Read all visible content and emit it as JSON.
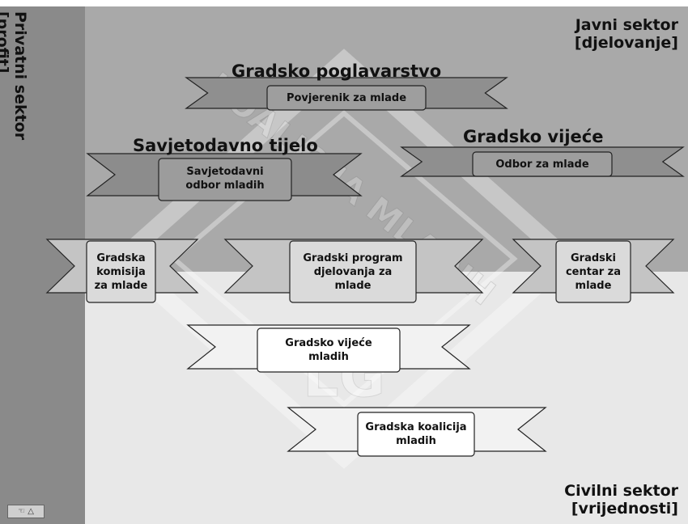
{
  "sectors": {
    "public": "Javni sektor\n[djelovanje]",
    "private": "Privatni sektor\n[profit]",
    "civil": "Civilni sektor\n[vrijednosti]"
  },
  "watermark": {
    "text": "KOALICIJA MLADIH",
    "monogram": "LG"
  },
  "headings": {
    "city_government": "Gradsko poglavarstvo",
    "advisory_body": "Savjetodavno tijelo",
    "city_council": "Gradsko vijeće"
  },
  "ribbons": {
    "youth_commissioner": "Povjerenik za mlade",
    "youth_advisory_board": "Savjetodavni\nodbor mladih",
    "youth_committee": "Odbor za mlade",
    "city_youth_commission": "Gradska\nkomisija\nza mlade",
    "city_youth_programme": "Gradski program\ndjelovanja za\nmlade",
    "city_youth_center": "Gradski\ncentar za\nmlade",
    "city_youth_council": "Gradsko vijeće\nmladih",
    "city_youth_coalition": "Gradska koalicija\nmladih"
  },
  "colors": {
    "private_strip": "#8a8a8a",
    "public_band": "#a9a9a9",
    "civil_band": "#e8e8e8"
  },
  "scroll_widget": {
    "icons": [
      "hand-icon",
      "triangle-up-icon"
    ]
  }
}
